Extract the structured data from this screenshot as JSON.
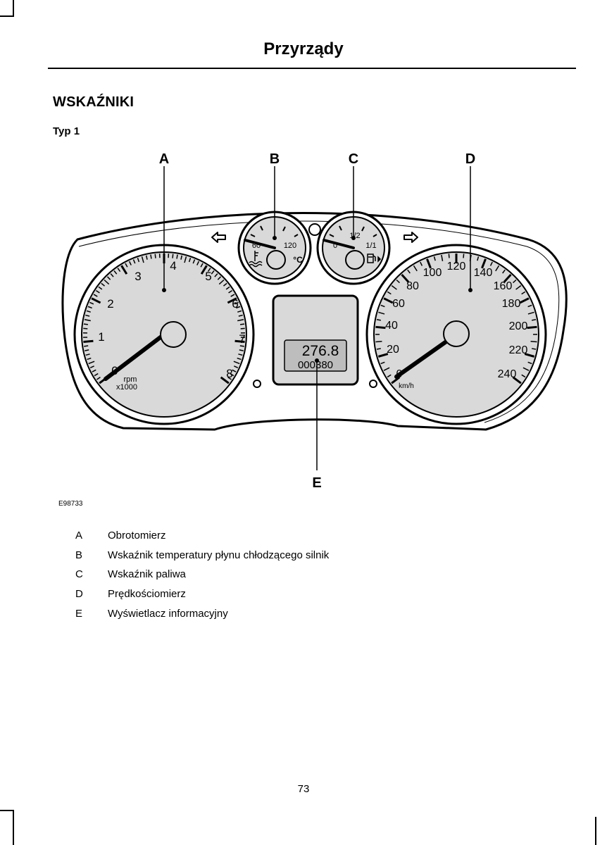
{
  "header": {
    "title": "Przyrządy"
  },
  "section": {
    "heading": "WSKAŹNIKI",
    "subheading": "Typ 1"
  },
  "figure": {
    "callouts": {
      "a": "A",
      "b": "B",
      "c": "C",
      "d": "D",
      "e": "E"
    },
    "image_code": "E98733",
    "tachometer": {
      "labels": [
        "0",
        "1",
        "2",
        "3",
        "4",
        "5",
        "6",
        "7",
        "8"
      ],
      "unit_line1": "rpm",
      "unit_line2": "x1000"
    },
    "speedometer": {
      "labels": [
        "0",
        "20",
        "40",
        "60",
        "80",
        "100",
        "120",
        "140",
        "160",
        "180",
        "200",
        "220",
        "240"
      ],
      "unit": "km/h"
    },
    "temperature_gauge": {
      "low": "60",
      "high": "120",
      "unit": "°C"
    },
    "fuel_gauge": {
      "empty": "0",
      "half": "1/2",
      "full": "1/1"
    },
    "display": {
      "trip": "276.8",
      "odometer": "000380"
    }
  },
  "legend": [
    {
      "letter": "A",
      "text": "Obrotomierz"
    },
    {
      "letter": "B",
      "text": "Wskaźnik temperatury płynu chłodzącego silnik"
    },
    {
      "letter": "C",
      "text": "Wskaźnik paliwa"
    },
    {
      "letter": "D",
      "text": "Prędkościomierz"
    },
    {
      "letter": "E",
      "text": "Wyświetlacz informacyjny"
    }
  ],
  "footer": {
    "page_number": "73"
  }
}
